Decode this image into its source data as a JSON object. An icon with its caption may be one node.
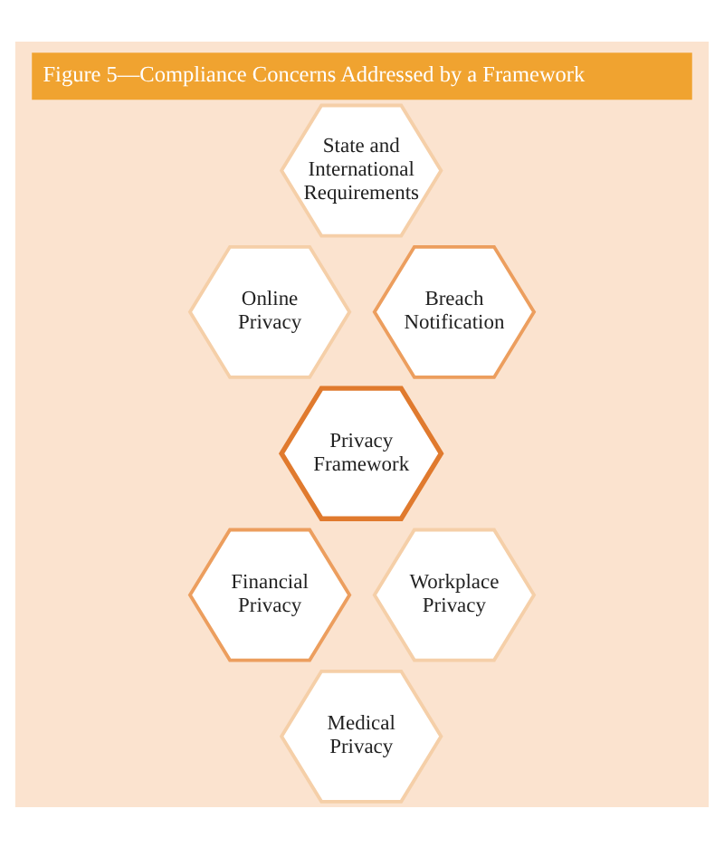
{
  "diagram": {
    "title": "Figure 5—Compliance Concerns Addressed by a Framework",
    "nodes": [
      {
        "text": [
          "State and International Requirements"
        ]
      },
      {
        "text": [
          "Online Privacy"
        ]
      },
      {
        "text": [
          "Breach Notification"
        ]
      },
      {
        "text": [
          "Privacy Framework"
        ]
      },
      {
        "text": [
          "Financial Privacy"
        ]
      },
      {
        "text": [
          "Workplace Privacy"
        ]
      },
      {
        "text": [
          "Medical Privacy"
        ]
      }
    ],
    "edges": []
  }
}
